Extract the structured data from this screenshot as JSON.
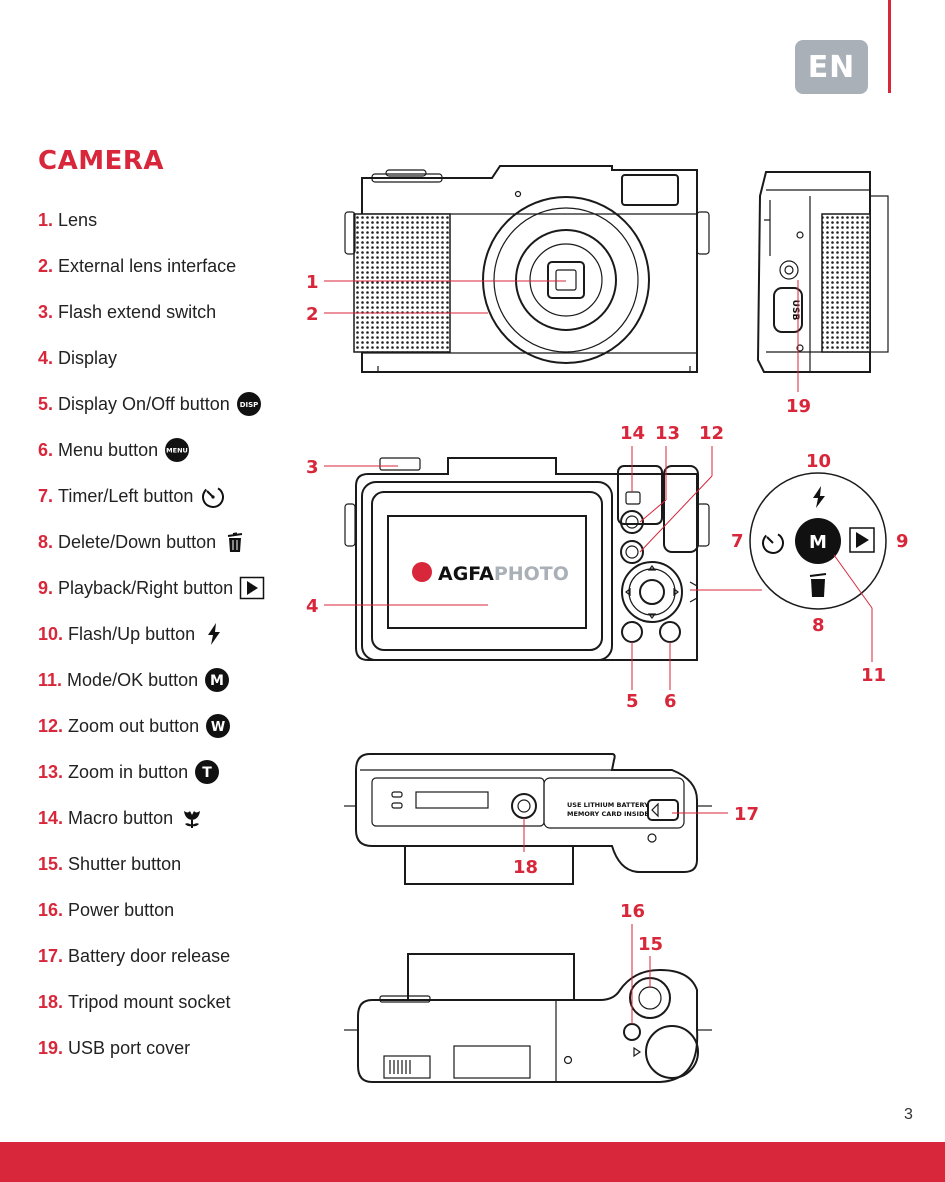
{
  "language_badge": "EN",
  "section_title": "CAMERA",
  "legend": [
    {
      "num": "1.",
      "label": "Lens",
      "icon": ""
    },
    {
      "num": "2.",
      "label": "External lens interface",
      "icon": ""
    },
    {
      "num": "3.",
      "label": "Flash extend switch",
      "icon": ""
    },
    {
      "num": "4.",
      "label": "Display",
      "icon": ""
    },
    {
      "num": "5.",
      "label": "Display On/Off button",
      "icon": "disp-icon",
      "icon_text": "DISP"
    },
    {
      "num": "6.",
      "label": "Menu button",
      "icon": "menu-icon",
      "icon_text": "MENU"
    },
    {
      "num": "7.",
      "label": "Timer/Left button",
      "icon": "timer-icon"
    },
    {
      "num": "8.",
      "label": "Delete/Down button",
      "icon": "trash-icon"
    },
    {
      "num": "9.",
      "label": "Playback/Right button",
      "icon": "play-icon"
    },
    {
      "num": "10.",
      "label": "Flash/Up button",
      "icon": "flash-icon"
    },
    {
      "num": "11.",
      "label": "Mode/OK button",
      "icon": "mode-icon",
      "icon_text": "M"
    },
    {
      "num": "12.",
      "label": "Zoom out button",
      "icon": "zoom-out-icon",
      "icon_text": "W"
    },
    {
      "num": "13.",
      "label": "Zoom in button",
      "icon": "zoom-in-icon",
      "icon_text": "T"
    },
    {
      "num": "14.",
      "label": "Macro button",
      "icon": "macro-icon"
    },
    {
      "num": "15.",
      "label": "Shutter button",
      "icon": ""
    },
    {
      "num": "16.",
      "label": "Power button",
      "icon": ""
    },
    {
      "num": "17.",
      "label": "Battery door release",
      "icon": ""
    },
    {
      "num": "18.",
      "label": "Tripod mount socket",
      "icon": ""
    },
    {
      "num": "19.",
      "label": "USB port cover",
      "icon": ""
    }
  ],
  "callouts": [
    "1",
    "2",
    "3",
    "4",
    "5",
    "6",
    "7",
    "8",
    "9",
    "10",
    "11",
    "12",
    "13",
    "14",
    "15",
    "16",
    "17",
    "18",
    "19"
  ],
  "brand_text": {
    "part1": "AGFA",
    "part2": "PHOTO"
  },
  "usb_label": "USB",
  "battery_text": {
    "line1": "USE LITHIUM BATTERY",
    "line2": "MEMORY CARD INSIDE"
  },
  "dpad_center": "M",
  "page_number": "3",
  "colors": {
    "accent": "#d8263a",
    "badge": "#aab0b7",
    "ink": "#1a1a1a"
  }
}
